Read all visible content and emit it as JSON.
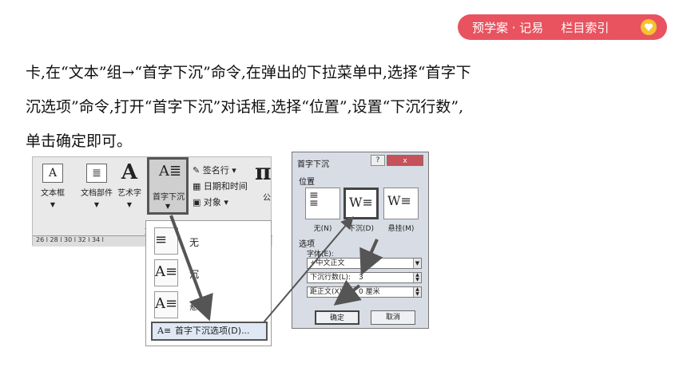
{
  "nav": {
    "label_left": "预学案 · 记易",
    "label_right": "栏目索引"
  },
  "text": {
    "line1": "卡,在“文本”组→“首字下沉”命令,在弹出的下拉菜单中,选择“首字下",
    "line2": "沉选项”命令,打开“首字下沉”对话框,选择“位置”,设置“下沉行数”,",
    "line3": "单击确定即可。"
  },
  "ribbon": {
    "btn_textbox": "文本框",
    "btn_parts": "文档部件",
    "btn_wordart": "艺术字",
    "btn_dropcap": "首字下沉",
    "sig_line": "签名行 ▾",
    "datetime": "日期和时间",
    "object": "对象 ▾",
    "group_fragment": "文",
    "right_fragment": "公",
    "ruler": "26 l 28 l 30 l 32 l 34 l"
  },
  "menu": {
    "none": "无",
    "dropped": "沉",
    "margin": "悬",
    "options": "首字下沉选项(D)..."
  },
  "dialog": {
    "title": "首字下沉",
    "help": "?",
    "close": "x",
    "position_label": "位置",
    "pos_none": "无(N)",
    "pos_dropped": "下沉(D)",
    "pos_margin": "悬挂(M)",
    "options_label": "选项",
    "font_label": "字体(E):",
    "font_value": "+中文正文",
    "lines_label": "下沉行数(L):",
    "lines_value": "3",
    "distance_label": "距正文(X):",
    "distance_value": "0 厘米",
    "ok": "确定",
    "cancel": "取消"
  }
}
